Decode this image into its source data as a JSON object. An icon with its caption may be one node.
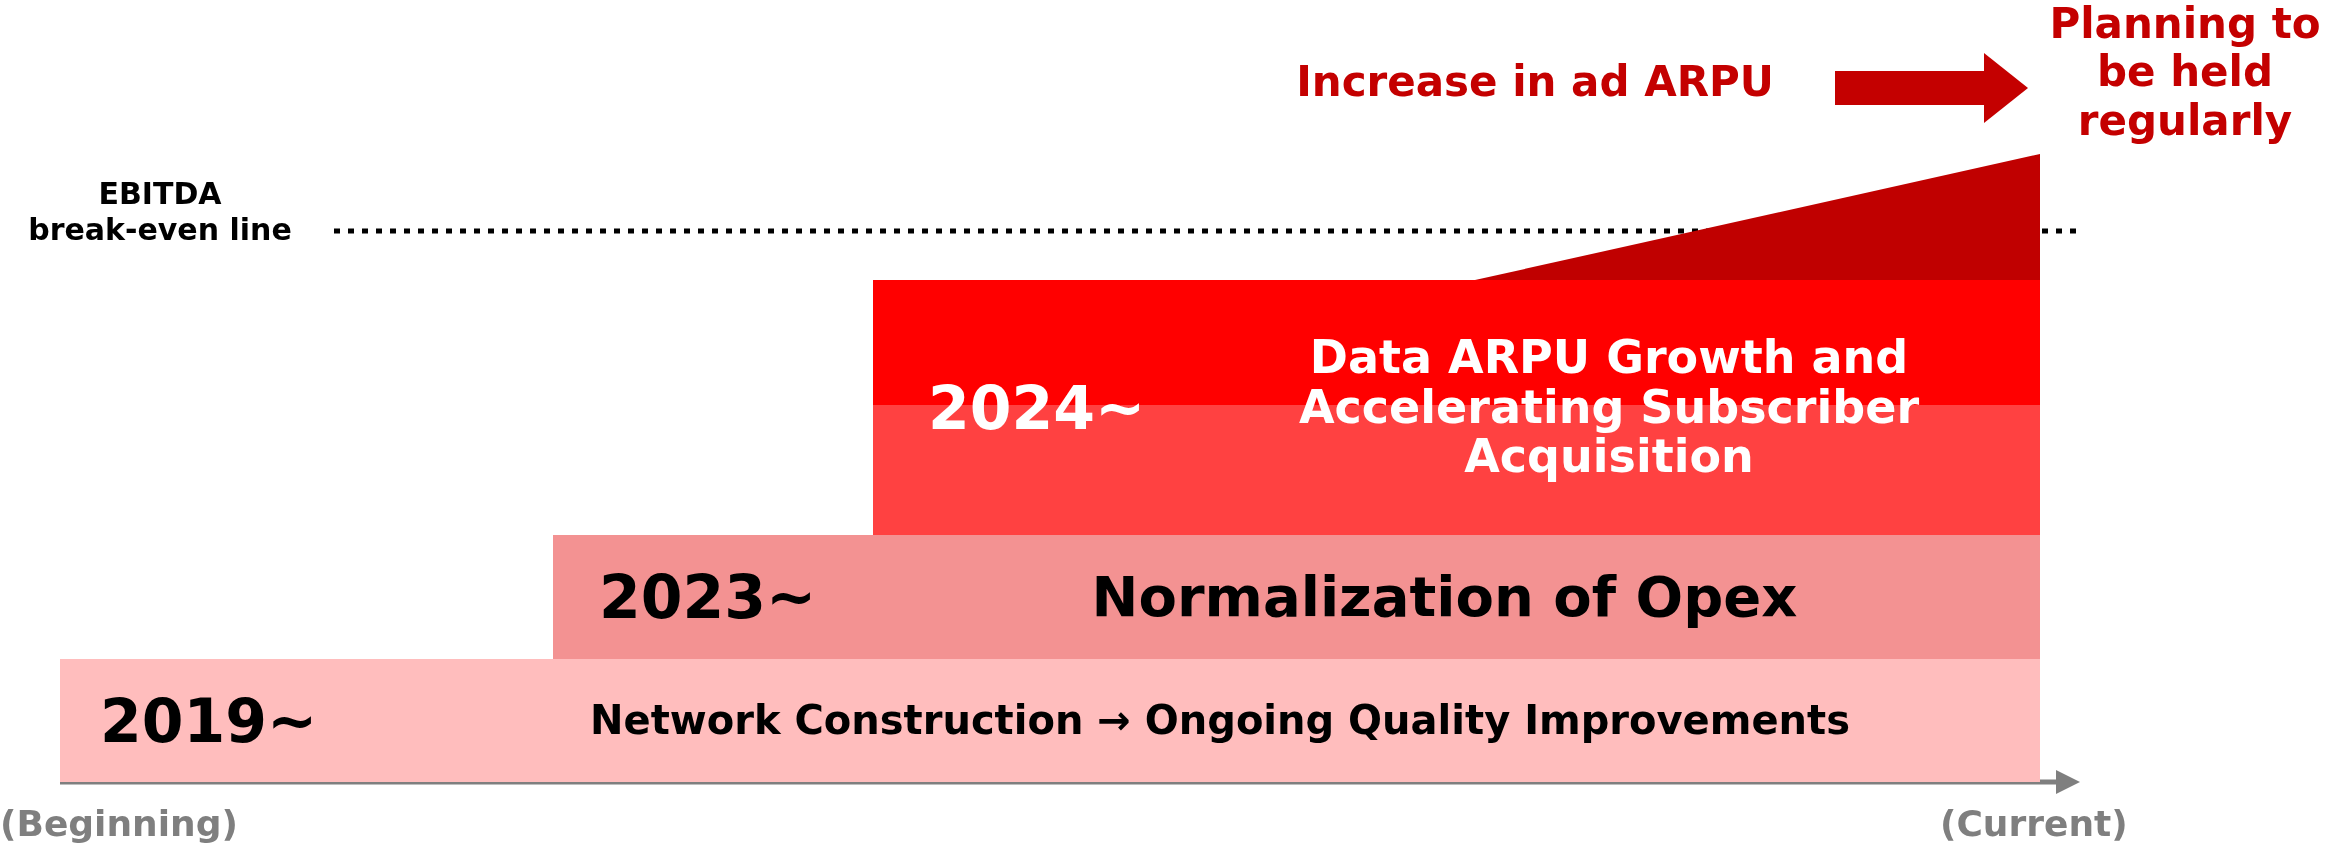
{
  "diagram": {
    "nodes": [
      {
        "text": [
          "2019~",
          "Network Construction → Ongoing Quality Improvements"
        ]
      },
      {
        "text": [
          "2023~",
          "Normalization of Opex"
        ]
      },
      {
        "text": [
          "2024~",
          "Data ARPU Growth and Accelerating Subscriber Acquisition"
        ]
      },
      {
        "text": [
          "Increase in ad ARPU"
        ]
      },
      {
        "text": [
          "Planning to be held regularly"
        ]
      }
    ],
    "edges": [
      {
        "from": 3,
        "to": 4,
        "arrow": "to"
      }
    ],
    "labels": [
      "EBITDA break-even line",
      "(Beginning)",
      "(Current)"
    ]
  }
}
